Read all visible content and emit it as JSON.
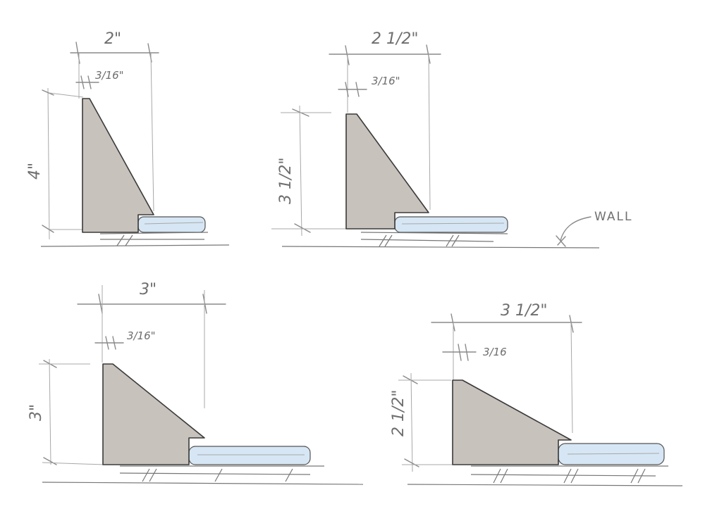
{
  "sketches": [
    {
      "id": "sketch-1",
      "width_label": "2\"",
      "offset_label": "3/16\"",
      "height_label": "4\""
    },
    {
      "id": "sketch-2",
      "width_label": "2 1/2\"",
      "offset_label": "3/16\"",
      "height_label": "3 1/2\""
    },
    {
      "id": "sketch-3",
      "width_label": "3\"",
      "offset_label": "3/16\"",
      "height_label": "3\""
    },
    {
      "id": "sketch-4",
      "width_label": "3 1/2\"",
      "offset_label": "3/16",
      "height_label": "2 1/2\""
    }
  ],
  "wall_label": "WALL",
  "colors": {
    "profile_fill": "#c8c2bd",
    "floor_fill": "#d6e6f4",
    "ink": "#3a3a3a"
  }
}
